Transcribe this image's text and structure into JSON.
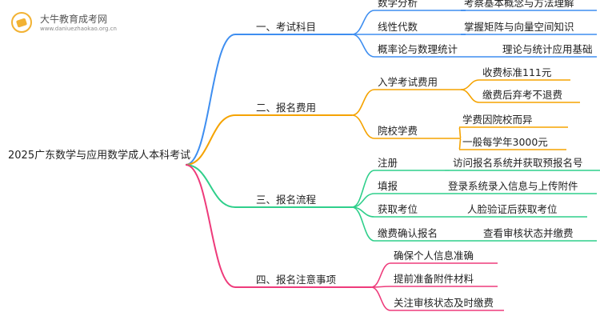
{
  "watermark": {
    "title": "大牛教育成考网",
    "url": "www.daniuezhaokao.org.cn"
  },
  "root": "2025广东数学与应用数学成人本科考试",
  "colors": {
    "blue": "#3e8ef0",
    "orange": "#f5a300",
    "green": "#2fcf8b",
    "pink": "#ee3b7b"
  },
  "branches": [
    {
      "label": "一、考试科目",
      "color": "blue",
      "children": [
        {
          "label": "数学分析",
          "children": [
            {
              "label": "考察基本概念与方法理解"
            }
          ]
        },
        {
          "label": "线性代数",
          "children": [
            {
              "label": "掌握矩阵与向量空间知识"
            }
          ]
        },
        {
          "label": "概率论与数理统计",
          "children": [
            {
              "label": "理论与统计应用基础"
            }
          ]
        }
      ]
    },
    {
      "label": "二、报名费用",
      "color": "orange",
      "children": [
        {
          "label": "入学考试费用",
          "children": [
            {
              "label": "收费标准111元"
            },
            {
              "label": "缴费后弃考不退费"
            }
          ]
        },
        {
          "label": "院校学费",
          "children": [
            {
              "label": "学费因院校而异"
            },
            {
              "label": "一般每学年3000元"
            }
          ]
        }
      ]
    },
    {
      "label": "三、报名流程",
      "color": "green",
      "children": [
        {
          "label": "注册",
          "children": [
            {
              "label": "访问报名系统并获取预报名号"
            }
          ]
        },
        {
          "label": "填报",
          "children": [
            {
              "label": "登录系统录入信息与上传附件"
            }
          ]
        },
        {
          "label": "获取考位",
          "children": [
            {
              "label": "人脸验证后获取考位"
            }
          ]
        },
        {
          "label": "缴费确认报名",
          "children": [
            {
              "label": "查看审核状态并缴费"
            }
          ]
        }
      ]
    },
    {
      "label": "四、报名注意事项",
      "color": "pink",
      "children": [
        {
          "label": "确保个人信息准确"
        },
        {
          "label": "提前准备附件材料"
        },
        {
          "label": "关注审核状态及时缴费"
        }
      ]
    }
  ]
}
